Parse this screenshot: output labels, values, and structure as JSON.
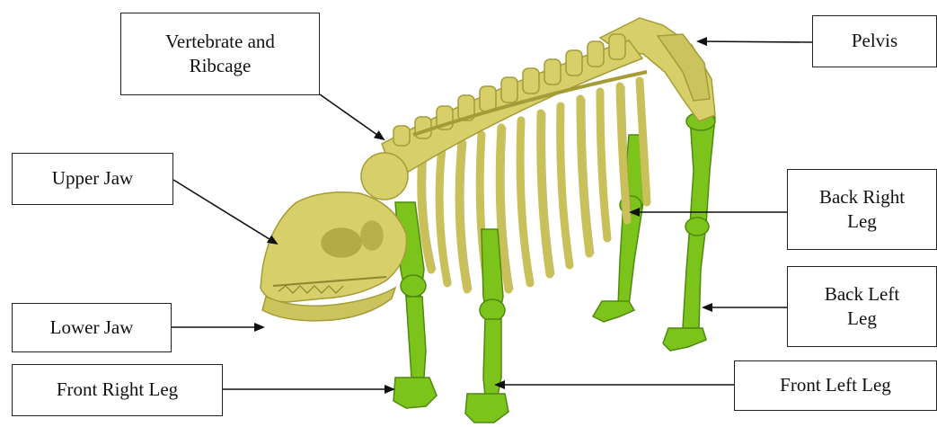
{
  "labels": {
    "vertebrate_ribcage": "Vertebrate and\nRibcage",
    "pelvis": "Pelvis",
    "upper_jaw": "Upper Jaw",
    "back_right_leg": "Back Right\nLeg",
    "back_left_leg": "Back Left\nLeg",
    "lower_jaw": "Lower Jaw",
    "front_right_leg": "Front Right Leg",
    "front_left_leg": "Front Left Leg"
  },
  "colors": {
    "bone": "#d6cf6a",
    "bone_shade": "#a59c38",
    "leg": "#7cc41c",
    "leg_shade": "#4e8a0e",
    "arrow": "#111111",
    "border": "#222222"
  }
}
